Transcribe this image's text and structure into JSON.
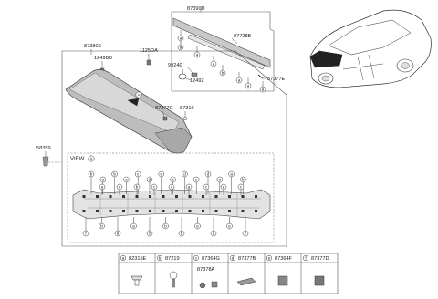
{
  "parts": {
    "assembly_upper": "87390D",
    "glass_strip": "87728B",
    "clip_right": "87377E",
    "screw_mid": "99240",
    "grommet_mid": "12492",
    "spoiler_assy": "87380S",
    "fastener_a": "1249BD",
    "fastener_b": "1125DA",
    "hinge_clip": "87377C",
    "bolt_right": "87319",
    "left_bolt": "58359"
  },
  "view_label": "VIEW",
  "view_letter": "A",
  "pointer_letter": "A",
  "legend": [
    {
      "letter": "a",
      "code": "82315E"
    },
    {
      "letter": "b",
      "code": "87219"
    },
    {
      "letter": "c",
      "code": "87364G"
    },
    {
      "letter": "c2",
      "code": "87378A"
    },
    {
      "letter": "d",
      "code": "87377B"
    },
    {
      "letter": "e",
      "code": "87364F"
    },
    {
      "letter": "f",
      "code": "87377D"
    }
  ],
  "callout_letters": {
    "upper": [
      "a",
      "a",
      "a",
      "b",
      "a",
      "a",
      "a",
      "a"
    ],
    "view_top": [
      "b",
      "a",
      "b",
      "a",
      "c",
      "d",
      "e",
      "c",
      "d",
      "c",
      "d",
      "e",
      "a",
      "b"
    ],
    "view_row2": [
      "a",
      "c",
      "b",
      "c",
      "c",
      "a",
      "c",
      "a",
      "c"
    ],
    "view_bottom": [
      "f",
      "b",
      "a",
      "a",
      "c",
      "b",
      "b",
      "e",
      "a",
      "e",
      "f"
    ]
  }
}
